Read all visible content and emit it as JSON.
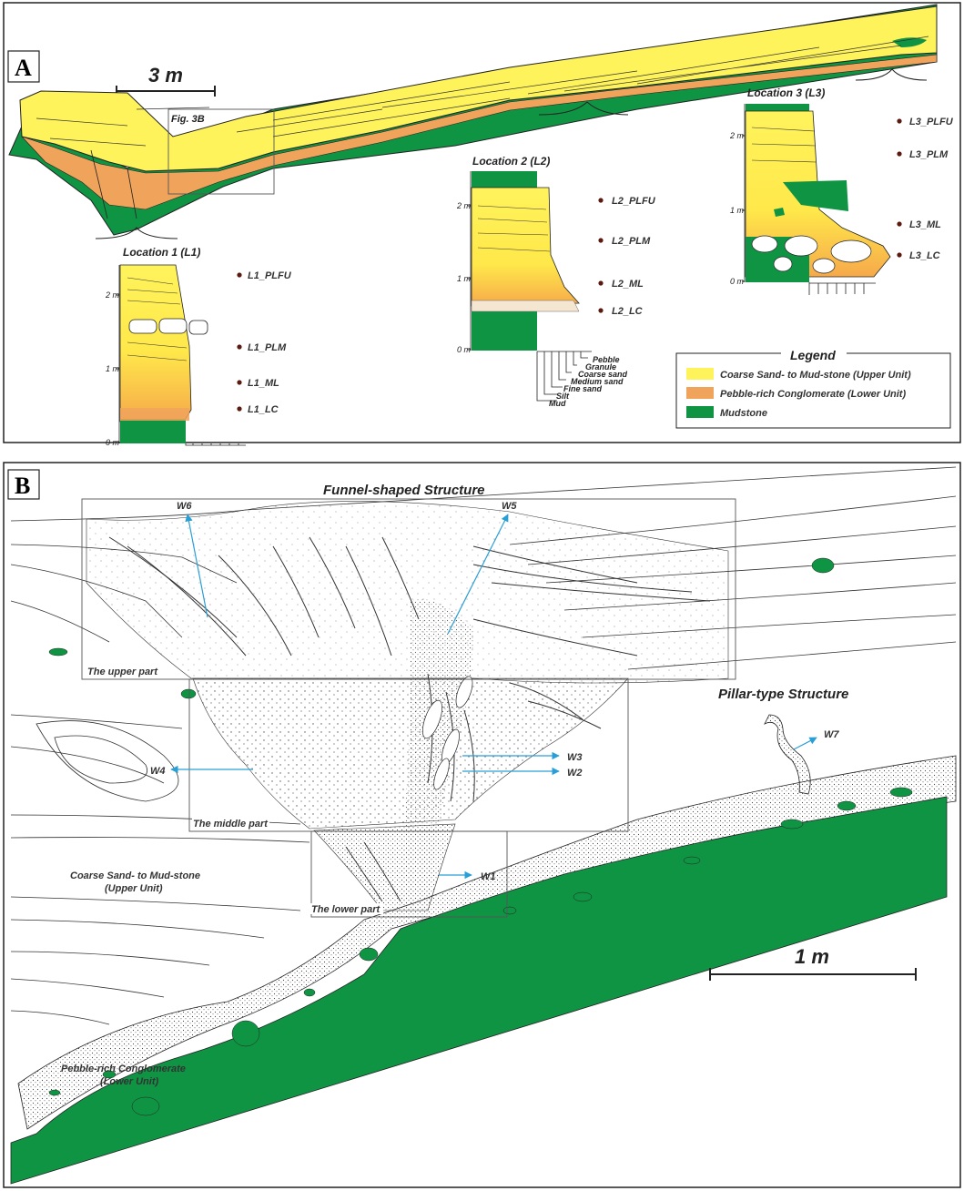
{
  "colors": {
    "upper_unit": "#fff35c",
    "lower_unit": "#f0a35a",
    "mudstone": "#0f9444",
    "arrow": "#2a9fd6",
    "marker": "#5a1a10",
    "line": "#333333"
  },
  "panel_a": {
    "letter": "A",
    "scale_label": "3 m",
    "fig_ref_label": "Fig. 3B",
    "locations": [
      {
        "title": "Location 1 (L1)",
        "ticks": [
          "2 m",
          "1 m",
          "0 m"
        ],
        "samples": [
          "L1_PLFU",
          "L1_PLM",
          "L1_ML",
          "L1_LC"
        ]
      },
      {
        "title": "Location 2 (L2)",
        "ticks": [
          "2 m",
          "1 m",
          "0 m"
        ],
        "samples": [
          "L2_PLFU",
          "L2_PLM",
          "L2_ML",
          "L2_LC"
        ]
      },
      {
        "title": "Location 3 (L3)",
        "ticks": [
          "2 m",
          "1 m",
          "0 m"
        ],
        "samples": [
          "L3_PLFU",
          "L3_PLM",
          "L3_ML",
          "L3_LC"
        ]
      }
    ],
    "grain_sizes": [
      "Pebble",
      "Granule",
      "Coarse sand",
      "Medium sand",
      "Fine sand",
      "Silt",
      "Mud"
    ],
    "legend": {
      "title": "Legend",
      "items": [
        {
          "label": "Coarse Sand- to Mud-stone  (Upper Unit)",
          "color_key": "upper_unit"
        },
        {
          "label": "Pebble-rich Conglomerate (Lower Unit)",
          "color_key": "lower_unit"
        },
        {
          "label": "Mudstone",
          "color_key": "mudstone"
        }
      ]
    }
  },
  "panel_b": {
    "letter": "B",
    "titles": {
      "funnel": "Funnel-shaped Structure",
      "pillar": "Pillar-type Structure"
    },
    "parts": [
      "The upper part",
      "The middle part",
      "The lower part"
    ],
    "units": {
      "upper_line1": "Coarse Sand- to Mud-stone",
      "upper_line2": "(Upper Unit)",
      "lower_line1": "Pebble-rich Conglomerate",
      "lower_line2": "(Lower Unit)"
    },
    "arrows": [
      "W1",
      "W2",
      "W3",
      "W4",
      "W5",
      "W6",
      "W7"
    ],
    "scale_label": "1 m"
  }
}
